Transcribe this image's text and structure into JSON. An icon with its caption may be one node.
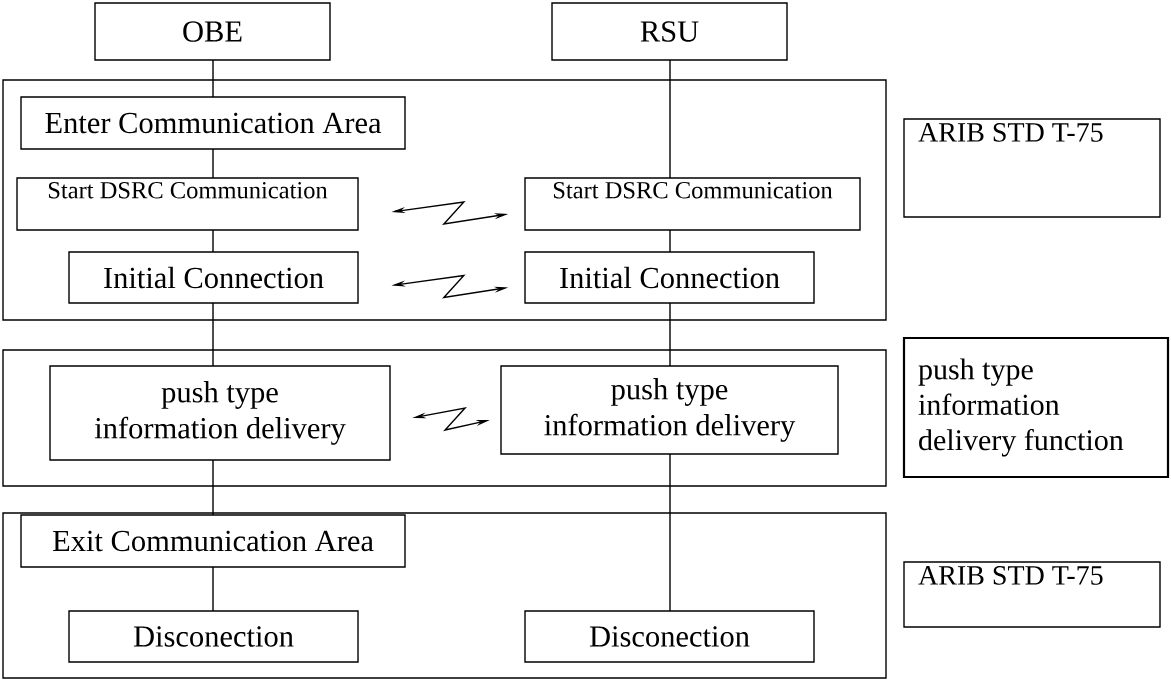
{
  "diagram": {
    "nodes": [
      {
        "text": [
          "OBE"
        ]
      },
      {
        "text": [
          "RSU"
        ]
      },
      {
        "text": [],
        "shape": "box"
      },
      {
        "text": [
          "Enter Communication Area"
        ],
        "in": 2
      },
      {
        "text": [
          "Start DSRC Communication"
        ],
        "in": 2
      },
      {
        "text": [
          "Start DSRC Communication"
        ],
        "in": 2
      },
      {
        "text": [
          "Initial Connection"
        ],
        "in": 2
      },
      {
        "text": [
          "Initial Connection"
        ],
        "in": 2
      },
      {
        "text": [],
        "shape": "box"
      },
      {
        "text": [
          "push type information delivery"
        ],
        "in": 8
      },
      {
        "text": [
          "push type information delivery"
        ],
        "in": 8
      },
      {
        "text": [],
        "shape": "box"
      },
      {
        "text": [
          "Exit Communication Area"
        ],
        "in": 11
      },
      {
        "text": [
          "Disconection"
        ],
        "in": 11
      },
      {
        "text": [
          "Disconection"
        ],
        "in": 11
      },
      {
        "text": [
          "ARIB STD T-75"
        ]
      },
      {
        "text": [
          "push type information delivery function"
        ]
      },
      {
        "text": [
          "ARIB STD T-75"
        ]
      }
    ],
    "edges": [
      {
        "from": 0,
        "to": 3,
        "arrow": "none"
      },
      {
        "from": 3,
        "to": 4,
        "arrow": "none"
      },
      {
        "from": 4,
        "to": 6,
        "arrow": "none"
      },
      {
        "from": 6,
        "to": 9,
        "arrow": "none"
      },
      {
        "from": 9,
        "to": 12,
        "arrow": "none"
      },
      {
        "from": 12,
        "to": 13,
        "arrow": "none"
      },
      {
        "from": 1,
        "to": 5,
        "arrow": "none"
      },
      {
        "from": 5,
        "to": 7,
        "arrow": "none"
      },
      {
        "from": 7,
        "to": 10,
        "arrow": "none"
      },
      {
        "from": 10,
        "to": 14,
        "arrow": "none"
      },
      {
        "from": 4,
        "to": 5,
        "arrow": "both"
      },
      {
        "from": 6,
        "to": 7,
        "arrow": "both"
      },
      {
        "from": 9,
        "to": 10,
        "arrow": "both"
      }
    ]
  }
}
